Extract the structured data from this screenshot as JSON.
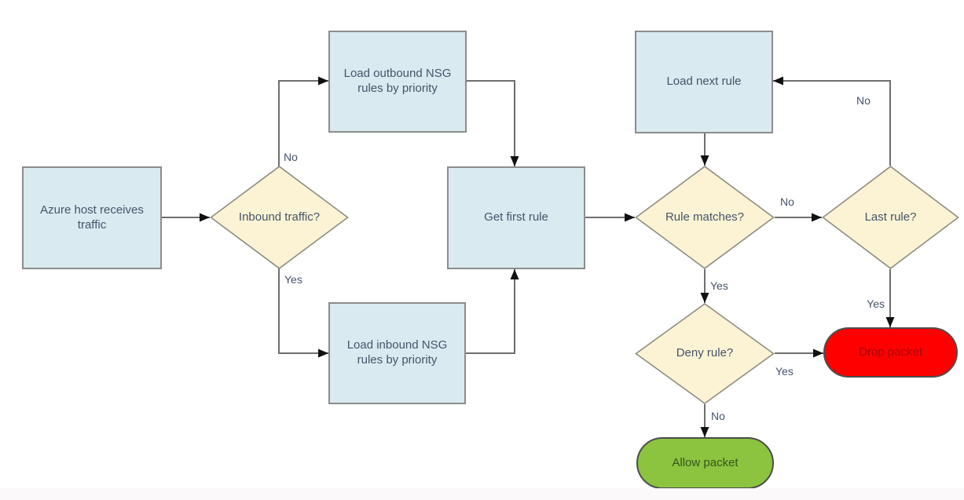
{
  "page": {
    "background": "#ffffff",
    "bottom_strip_color": "#fbf9f9"
  },
  "colors": {
    "process_fill": "#daeaf1",
    "process_border": "#8c8c8c",
    "decision_fill": "#fcf3d5",
    "decision_border": "#8f8d82",
    "drop_fill": "#fe0000",
    "drop_text": "#a50604",
    "allow_fill": "#8cc43f",
    "allow_text": "#33541b",
    "connector": "#6e6e6e",
    "arrowhead": "#111111",
    "text": "#44546a"
  },
  "flowchart": {
    "nodes": [
      {
        "id": "azure-host",
        "type": "process",
        "label": "Azure host receives traffic"
      },
      {
        "id": "inbound-traffic",
        "type": "decision",
        "label": "Inbound traffic?"
      },
      {
        "id": "load-outbound",
        "type": "process",
        "label": "Load outbound NSG rules by priority"
      },
      {
        "id": "load-inbound",
        "type": "process",
        "label": "Load inbound NSG rules by priority"
      },
      {
        "id": "get-first-rule",
        "type": "process",
        "label": "Get first rule"
      },
      {
        "id": "load-next-rule",
        "type": "process",
        "label": "Load next rule"
      },
      {
        "id": "rule-matches",
        "type": "decision",
        "label": "Rule matches?"
      },
      {
        "id": "last-rule",
        "type": "decision",
        "label": "Last rule?"
      },
      {
        "id": "deny-rule",
        "type": "decision",
        "label": "Deny rule?"
      },
      {
        "id": "drop-packet",
        "type": "terminator",
        "label": "Drop packet"
      },
      {
        "id": "allow-packet",
        "type": "terminator",
        "label": "Allow packet"
      }
    ],
    "edges": [
      {
        "from": "azure-host",
        "to": "inbound-traffic",
        "label": ""
      },
      {
        "from": "inbound-traffic",
        "to": "load-outbound",
        "label": "No"
      },
      {
        "from": "inbound-traffic",
        "to": "load-inbound",
        "label": "Yes"
      },
      {
        "from": "load-outbound",
        "to": "get-first-rule",
        "label": ""
      },
      {
        "from": "load-inbound",
        "to": "get-first-rule",
        "label": ""
      },
      {
        "from": "get-first-rule",
        "to": "rule-matches",
        "label": ""
      },
      {
        "from": "load-next-rule",
        "to": "rule-matches",
        "label": ""
      },
      {
        "from": "rule-matches",
        "to": "last-rule",
        "label": "No"
      },
      {
        "from": "last-rule",
        "to": "load-next-rule",
        "label": "No"
      },
      {
        "from": "last-rule",
        "to": "drop-packet",
        "label": "Yes"
      },
      {
        "from": "rule-matches",
        "to": "deny-rule",
        "label": "Yes"
      },
      {
        "from": "deny-rule",
        "to": "drop-packet",
        "label": "Yes"
      },
      {
        "from": "deny-rule",
        "to": "allow-packet",
        "label": "No"
      }
    ]
  }
}
